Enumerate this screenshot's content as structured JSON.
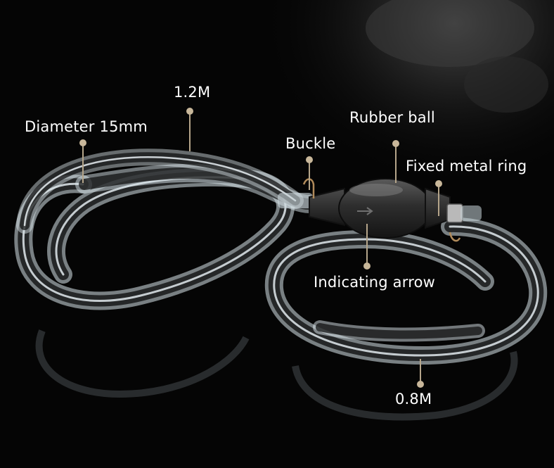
{
  "image": {
    "subject": "siphon-hose-with-hand-pump",
    "background_color": "#050505",
    "hose_color": "#d8e4ea",
    "pump_color": "#2b2b2b",
    "marker_color": "#c8b79a"
  },
  "annotations": {
    "length_long": "1.2M",
    "diameter": "Diameter 15mm",
    "rubber_ball": "Rubber ball",
    "buckle": "Buckle",
    "metal_ring": "Fixed metal ring",
    "indicating_arrow": "Indicating arrow",
    "length_short": "0.8M"
  }
}
